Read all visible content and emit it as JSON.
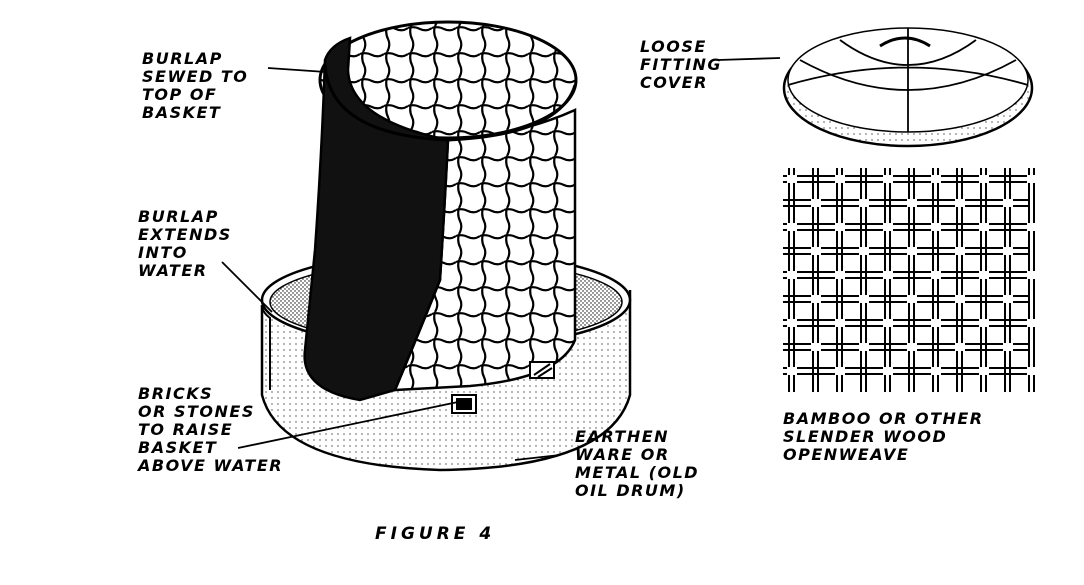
{
  "figure": {
    "title": "FIGURE  4",
    "labels": {
      "burlap_sewed": [
        "BURLAP",
        "SEWED TO",
        "TOP OF",
        "BASKET"
      ],
      "burlap_extends": [
        "BURLAP",
        "EXTENDS",
        "INTO",
        "WATER"
      ],
      "bricks": [
        "BRICKS",
        "OR STONES",
        "TO RAISE",
        "BASKET",
        "ABOVE WATER"
      ],
      "earthenware": [
        "EARTHEN",
        "WARE OR",
        "METAL (OLD",
        "OIL DRUM)"
      ],
      "cover": [
        "LOOSE",
        "FITTING",
        "COVER"
      ],
      "bamboo": [
        "BAMBOO OR OTHER",
        "SLENDER WOOD",
        "OPENWEAVE"
      ]
    },
    "colors": {
      "ink": "#000000",
      "paper": "#ffffff",
      "burlap": "#111111"
    }
  }
}
